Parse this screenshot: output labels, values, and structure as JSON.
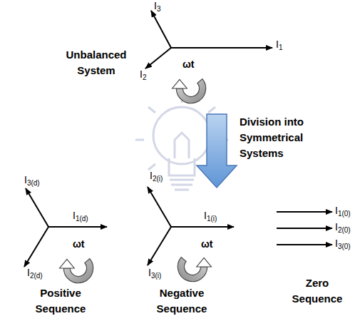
{
  "diagram": {
    "labels": [
      "Unbalanced System",
      "I3",
      "I1",
      "I2",
      "ωt",
      "Division into Symmetrical Systems",
      "I3(d)",
      "I1(d)",
      "I2(d)",
      "ωt",
      "Positive Sequence",
      "I2(i)",
      "I1(i)",
      "I3(i)",
      "ωt",
      "Negative Sequence",
      "I1(0)",
      "I2(0)",
      "I3(0)",
      "Zero Sequence"
    ]
  }
}
